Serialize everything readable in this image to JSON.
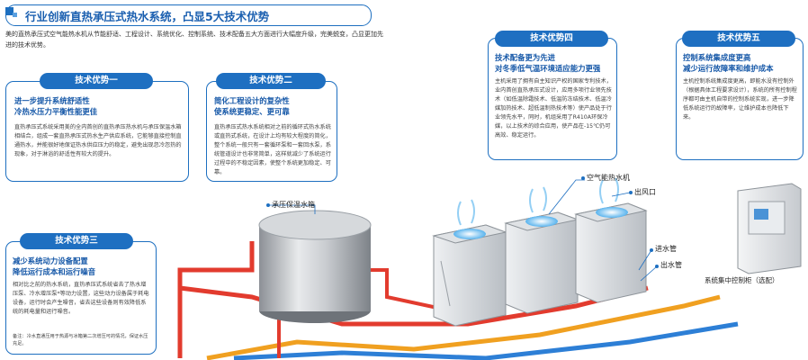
{
  "header": {
    "title": "行业创新直热承压式热水系统，凸显5大技术优势"
  },
  "intro": "美的直热承压式空气能热水机从节能舒适、工程设计、系统优化、控制系统、技术配备五大方面进行大幅度升级，完美蜕变，凸显更加先进的技术优势。",
  "cards": [
    {
      "label": "技术优势一",
      "title_lines": [
        "进一步提升系统舒适性",
        "冷热水压力平衡性能更佳"
      ],
      "body": "直热承压式系统采用美的全内首创的直热承压热水机与承压保温水箱相结合，组成一套直热承压式热水生产供应系统，它能够直接控制直通热水，并能很好地保证热水供应压力的稳定，避免出现忽冷忽热的现象，对于淋浴的舒适性有较大的提升。"
    },
    {
      "label": "技术优势二",
      "title_lines": [
        "简化工程设计的复杂性",
        "使系统更稳定、更可靠"
      ],
      "body": "直热承压式热水系统相对之前的循环式热水系统或直热式系统，在设计上均有较大程度的简化，整个系统一般只有一套循环泵和一套回水泵，系统管道设计也非常简单，这样就减少了系统运行过程中的不稳定因素，使整个系统更加稳定、可靠。"
    },
    {
      "label": "技术优势三",
      "title_lines": [
        "减少系统动力设备配置",
        "降低运行成本和运行噪音"
      ],
      "body": "相对比之前的热水系统，直热承压式系统省去了热水增压泵、冷水增压泵*等动力设置，这些动力设备属于耗电设备，运行时会产生噪音，省去这些设备则有效降低系统的耗电量和运行噪音。",
      "note": "备注：冷水直通压用于热源与冰箱第二次增压可的情况，保证水压充足。"
    },
    {
      "label": "技术优势四",
      "title_lines": [
        "技术配备更为先进",
        "对冬季低气温环境适应能力更强"
      ],
      "body": "主机采用了拥有自主知识产权的国家专利技术，业内首创直热承压式设计，应用多项行业领先技术（如低温除霜技术、低温防冻结技术、低温冷媒加热技术、超低温制热技术等）使产品处于行业领先水平，同时，机组采用了R410A环保冷媒，以上技术的综合应用，使产品在-15℃仍可高效、稳定运行。"
    },
    {
      "label": "技术优势五",
      "title_lines": [
        "控制系统集成度更高",
        "减少运行故障率和维护成本"
      ],
      "body": "主机控制系统集成度更高，即能水没有控制外（根据具体工程要求设计），系统的所有控制程序都可由主机自带的控制系统实现，进一步降低系统运行的故障率，让维护成本也降低下来。"
    }
  ],
  "diagram": {
    "tank_label": "承压保温水箱",
    "unit_label": "空气能热水机",
    "outlet_label": "出风口",
    "inlet_label": "进水管",
    "outflow_label": "出水管",
    "cabinet_label": "系统集中控制柜（选配）"
  },
  "colors": {
    "primary": "#1e6fc1",
    "title": "#1658a8",
    "hot_pipe": "#e23b2e",
    "warm_pipe": "#f0a020",
    "cold_pipe": "#2d7fd6"
  }
}
